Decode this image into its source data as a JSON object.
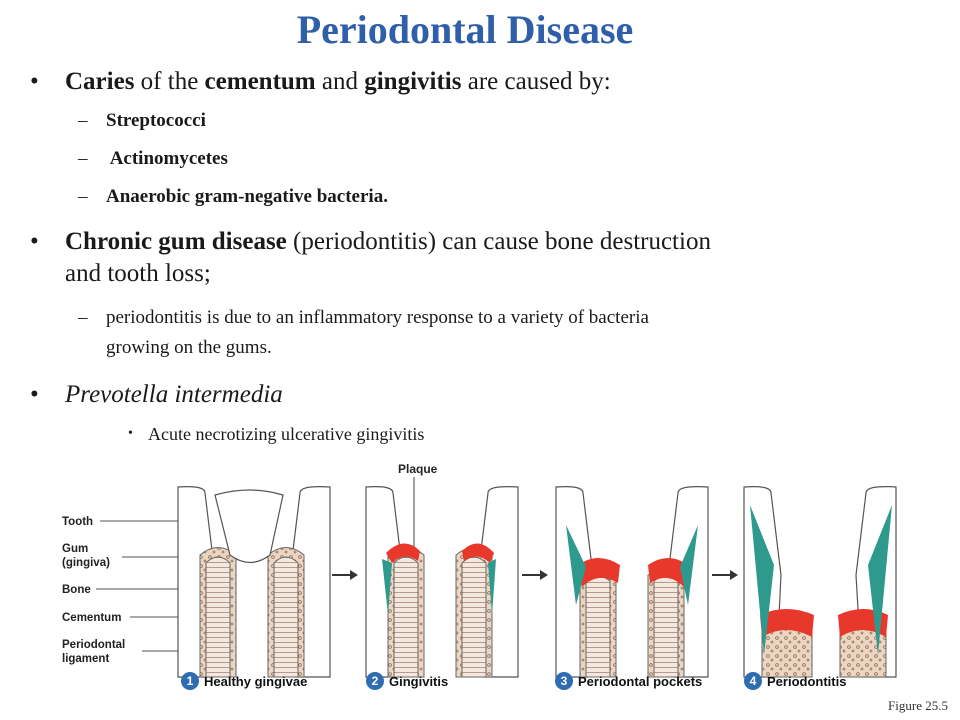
{
  "title": "Periodontal Disease",
  "bullets": {
    "b1": {
      "t1": "Caries",
      "t2": " of the ",
      "t3": "cementum",
      "t4": " and ",
      "t5": "gingivitis",
      "t6": " are caused by:"
    },
    "sub1": "Streptococci",
    "sub2": " Actinomycetes",
    "sub3": "Anaerobic gram-negative bacteria.",
    "b2": {
      "t1": "Chronic gum disease",
      "t2": " (periodontitis) can cause bone destruction",
      "line2": "and tooth loss;"
    },
    "sub4": {
      "line1": "periodontitis is due to an inflammatory response to a variety of bacteria",
      "line2": "growing on the gums."
    },
    "b3": "Prevotella intermedia",
    "sub5": "Acute necrotizing ulcerative gingivitis",
    "bullet_char": "•",
    "dash_char": "–"
  },
  "figure": {
    "labels": {
      "tooth": "Tooth",
      "gum1": "Gum",
      "gum2": "(gingiva)",
      "bone": "Bone",
      "cementum": "Cementum",
      "pl1": "Periodontal",
      "pl2": "ligament",
      "plaque": "Plaque"
    },
    "stages": [
      {
        "num": "1",
        "label": "Healthy gingivae"
      },
      {
        "num": "2",
        "label": "Gingivitis"
      },
      {
        "num": "3",
        "label": "Periodontal pockets"
      },
      {
        "num": "4",
        "label": "Periodontitis"
      }
    ],
    "figure_ref": "Figure 25.5",
    "colors": {
      "gum": "#2e9a8e",
      "plaque": "#e8372b",
      "bone": "#ecd6c2",
      "outline": "#555555",
      "step_circle": "#2f6db3"
    }
  }
}
